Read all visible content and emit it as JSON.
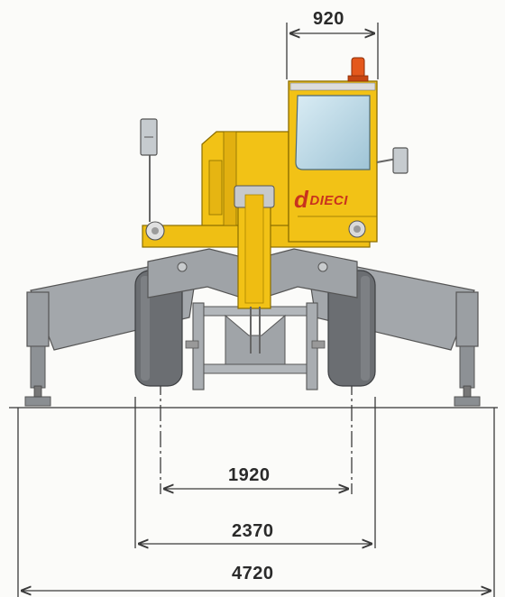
{
  "dimensions": {
    "cab_width": "920",
    "track_inner": "1920",
    "track_outer": "2370",
    "outrigger_span": "4720"
  },
  "brand": {
    "initial": "d",
    "name": "DIECI"
  },
  "colors": {
    "body_yellow": "#f2c216",
    "frame_gray": "#9fa3a7",
    "tyre_dark": "#6b6e72",
    "beacon_orange": "#e4581c",
    "brand_red": "#c8321e",
    "line": "#3a3a3a"
  }
}
